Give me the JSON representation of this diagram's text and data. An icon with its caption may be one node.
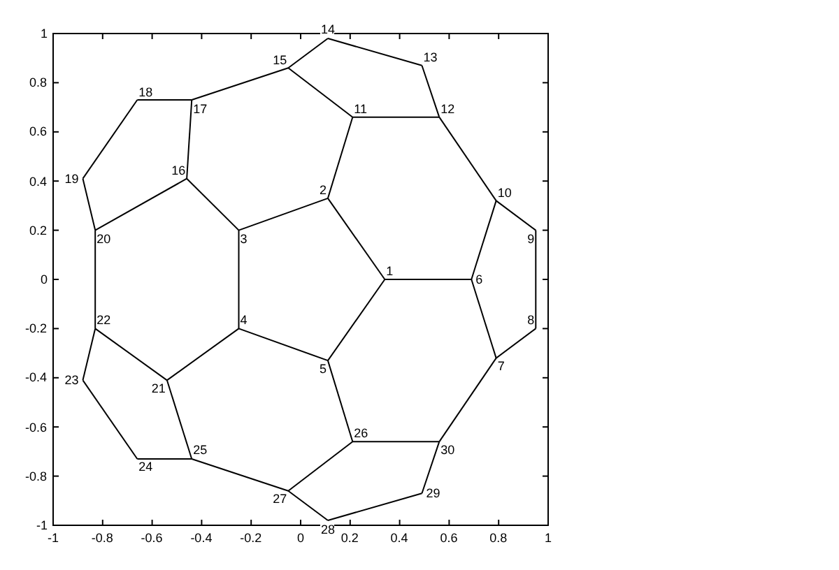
{
  "diagram": {
    "nodes": [
      {
        "text": [
          "1"
        ]
      },
      {
        "text": [
          "2"
        ]
      },
      {
        "text": [
          "3"
        ]
      },
      {
        "text": [
          "4"
        ]
      },
      {
        "text": [
          "5"
        ]
      },
      {
        "text": [
          "6"
        ]
      },
      {
        "text": [
          "7"
        ]
      },
      {
        "text": [
          "8"
        ]
      },
      {
        "text": [
          "9"
        ]
      },
      {
        "text": [
          "10"
        ]
      },
      {
        "text": [
          "11"
        ]
      },
      {
        "text": [
          "12"
        ]
      },
      {
        "text": [
          "13"
        ]
      },
      {
        "text": [
          "14"
        ]
      },
      {
        "text": [
          "15"
        ]
      },
      {
        "text": [
          "16"
        ]
      },
      {
        "text": [
          "17"
        ]
      },
      {
        "text": [
          "18"
        ]
      },
      {
        "text": [
          "19"
        ]
      },
      {
        "text": [
          "20"
        ]
      },
      {
        "text": [
          "21"
        ]
      },
      {
        "text": [
          "22"
        ]
      },
      {
        "text": [
          "23"
        ]
      },
      {
        "text": [
          "24"
        ]
      },
      {
        "text": [
          "25"
        ]
      },
      {
        "text": [
          "26"
        ]
      },
      {
        "text": [
          "27"
        ]
      },
      {
        "text": [
          "28"
        ]
      },
      {
        "text": [
          "29"
        ]
      },
      {
        "text": [
          "30"
        ]
      }
    ],
    "edges": [
      {
        "from": 0,
        "to": 1,
        "arrow": "none"
      },
      {
        "from": 1,
        "to": 2,
        "arrow": "none"
      },
      {
        "from": 2,
        "to": 3,
        "arrow": "none"
      },
      {
        "from": 3,
        "to": 4,
        "arrow": "none"
      },
      {
        "from": 4,
        "to": 0,
        "arrow": "none"
      },
      {
        "from": 1,
        "to": 10,
        "arrow": "none"
      },
      {
        "from": 10,
        "to": 11,
        "arrow": "none"
      },
      {
        "from": 11,
        "to": 12,
        "arrow": "none"
      },
      {
        "from": 12,
        "to": 13,
        "arrow": "none"
      },
      {
        "from": 13,
        "to": 14,
        "arrow": "none"
      },
      {
        "from": 14,
        "to": 10,
        "arrow": "none"
      },
      {
        "from": 11,
        "to": 9,
        "arrow": "none"
      },
      {
        "from": 9,
        "to": 5,
        "arrow": "none"
      },
      {
        "from": 5,
        "to": 0,
        "arrow": "none"
      },
      {
        "from": 9,
        "to": 8,
        "arrow": "none"
      },
      {
        "from": 8,
        "to": 7,
        "arrow": "none"
      },
      {
        "from": 7,
        "to": 6,
        "arrow": "none"
      },
      {
        "from": 6,
        "to": 5,
        "arrow": "none"
      },
      {
        "from": 4,
        "to": 25,
        "arrow": "none"
      },
      {
        "from": 25,
        "to": 29,
        "arrow": "none"
      },
      {
        "from": 29,
        "to": 6,
        "arrow": "none"
      },
      {
        "from": 25,
        "to": 26,
        "arrow": "none"
      },
      {
        "from": 26,
        "to": 27,
        "arrow": "none"
      },
      {
        "from": 27,
        "to": 28,
        "arrow": "none"
      },
      {
        "from": 28,
        "to": 29,
        "arrow": "none"
      },
      {
        "from": 26,
        "to": 24,
        "arrow": "none"
      },
      {
        "from": 24,
        "to": 20,
        "arrow": "none"
      },
      {
        "from": 20,
        "to": 3,
        "arrow": "none"
      },
      {
        "from": 20,
        "to": 21,
        "arrow": "none"
      },
      {
        "from": 21,
        "to": 22,
        "arrow": "none"
      },
      {
        "from": 22,
        "to": 23,
        "arrow": "none"
      },
      {
        "from": 23,
        "to": 24,
        "arrow": "none"
      },
      {
        "from": 21,
        "to": 19,
        "arrow": "none"
      },
      {
        "from": 19,
        "to": 15,
        "arrow": "none"
      },
      {
        "from": 15,
        "to": 2,
        "arrow": "none"
      },
      {
        "from": 15,
        "to": 16,
        "arrow": "none"
      },
      {
        "from": 16,
        "to": 17,
        "arrow": "none"
      },
      {
        "from": 17,
        "to": 18,
        "arrow": "none"
      },
      {
        "from": 18,
        "to": 19,
        "arrow": "none"
      },
      {
        "from": 16,
        "to": 14,
        "arrow": "none"
      }
    ],
    "labels": [
      "1",
      "0.8",
      "0.6",
      "0.4",
      "0.2",
      "0",
      "-0.2",
      "-0.4",
      "-0.6",
      "-0.8",
      "-1",
      "-1",
      "-0.8",
      "-0.6",
      "-0.4",
      "-0.2",
      "0",
      "0.2",
      "0.4",
      "0.6",
      "0.8",
      "1"
    ]
  }
}
